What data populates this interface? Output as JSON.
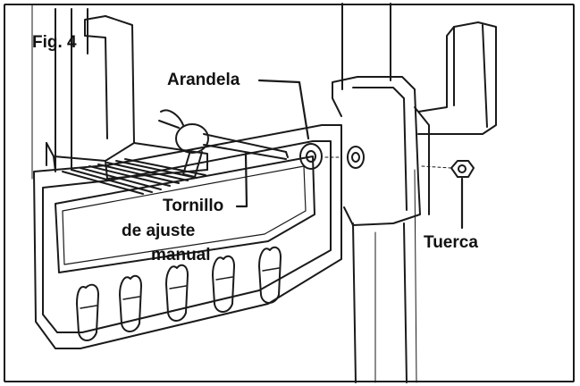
{
  "figure": {
    "fig_label": "Fig. 4",
    "callouts": {
      "washer": "Arandela",
      "manual_screw_line1": "Tornillo",
      "manual_screw_line2": "de ajuste",
      "manual_screw_line3": "manual",
      "nut": "Tuerca"
    },
    "colors": {
      "line": "#1a1a1a",
      "background": "#ffffff",
      "shade": "#d9d9d9"
    }
  }
}
